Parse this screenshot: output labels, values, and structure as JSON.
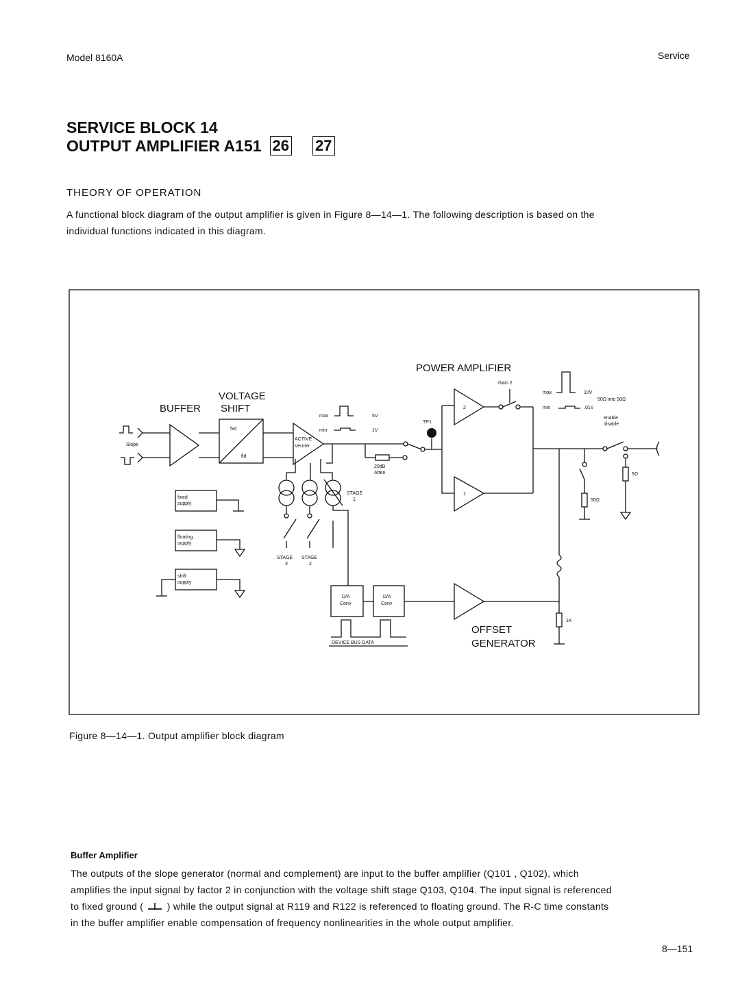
{
  "header": {
    "model": "Model 8160A",
    "section": "Service"
  },
  "title": {
    "line1": "SERVICE BLOCK 14",
    "line2": "OUTPUT AMPLIFIER A151",
    "box1": "26",
    "box2": "27"
  },
  "theory": {
    "heading": "THEORY OF OPERATION",
    "line1": "A functional block diagram of the output amplifier is given in Figure 8—14—1. The following description is based on the",
    "line2": "individual functions indicated in this diagram."
  },
  "diagram": {
    "voltage_shift_1": "VOLTAGE",
    "buffer": "BUFFER",
    "voltage_shift_2": "SHIFT",
    "power_amplifier": "POWER AMPLIFIER",
    "gain2": "Gain 2",
    "max_left": "max",
    "min_left": "min",
    "v5": "5V",
    "v1": "1V",
    "max_right": "max",
    "min_right": "min",
    "v10": "10V",
    "v01": ".01V",
    "fifty_into_fifty": "50Ω into 50Ω",
    "enable": "enable",
    "disable": "disable",
    "tp1": "TP1",
    "slope": "Slope",
    "fxd": "fxd",
    "fld": "fld",
    "active": "ACTIVE",
    "vernier": "Vernier",
    "atten_20db": "20dB",
    "atten": "Atten",
    "amp2": "2",
    "amp1": "1",
    "stage1_a": "STAGE",
    "stage1_b": "1",
    "stage3_a": "STAGE",
    "stage3_b": "3",
    "stage2_a": "STAGE",
    "stage2_b": "2",
    "fixed_supply_1": "fixed",
    "fixed_supply_2": "supply",
    "floating_supply_1": "floating",
    "floating_supply_2": "supply",
    "shift_supply_1": "shift",
    "shift_supply_2": "supply",
    "da1_a": "D/A",
    "da1_b": "Conv",
    "da2_a": "D/A",
    "da2_b": "Conv",
    "device_bus_data": "DEVICE BUS DATA",
    "offset": "OFFSET",
    "generator": "GENERATOR",
    "r50": "50Ω",
    "r5": "5Ω",
    "r1k": "1K"
  },
  "caption": "Figure 8—14—1. Output amplifier block diagram",
  "buffer_section": {
    "heading": "Buffer Amplifier",
    "line1": "The outputs of the slope   generator (normal and complement) are input to the buffer amplifier (Q101 , Q102), which",
    "line2": "amplifies the input signal by factor 2 in conjunction with the voltage shift stage Q103, Q104. The input signal is referenced",
    "line3a": "to fixed ground (",
    "line3b": ") while the output signal at R119 and R122 is referenced to floating ground. The R-C time constants",
    "line4": "in the buffer amplifier enable compensation of frequency nonlinearities in the whole output amplifier."
  },
  "footer": {
    "page": "8—151"
  }
}
